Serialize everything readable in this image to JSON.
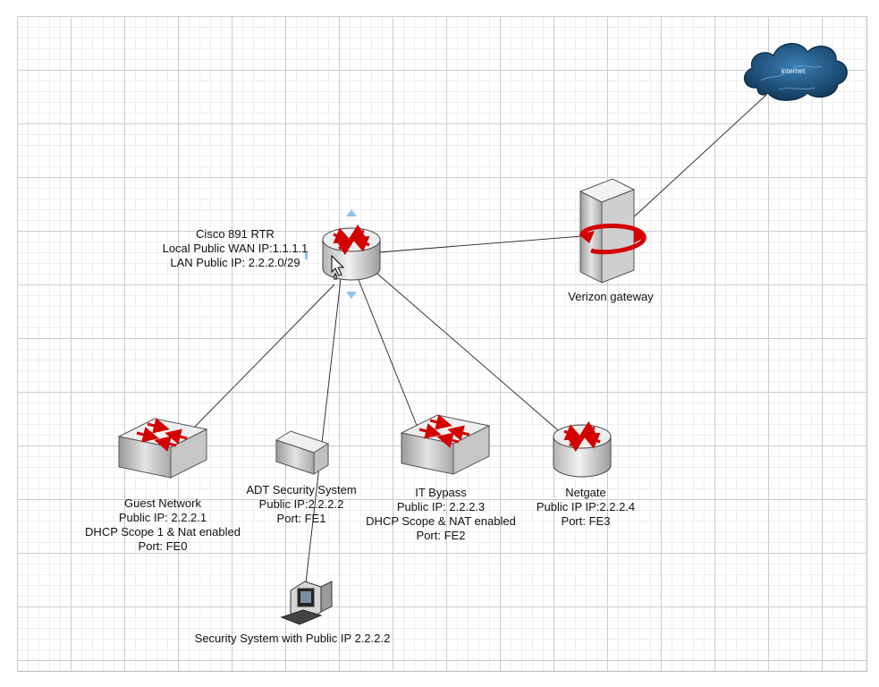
{
  "nodes": {
    "internet": {
      "label": "internet"
    },
    "router": {
      "lines": [
        "Cisco 891 RTR",
        "Local Public WAN IP:1.1.1.1",
        "LAN Public IP: 2.2.2.0/29"
      ]
    },
    "gateway": {
      "lines": [
        "Verizon gateway"
      ]
    },
    "guest": {
      "lines": [
        "Guest Network",
        "Public IP: 2.2.2.1",
        "DHCP Scope 1 & Nat enabled",
        "Port: FE0"
      ]
    },
    "adt": {
      "lines": [
        "ADT Security System",
        "Public IP:2.2.2.2",
        "Port: FE1"
      ]
    },
    "itbypass": {
      "lines": [
        "IT Bypass",
        "Public IP: 2.2.2.3",
        "DHCP Scope & NAT enabled",
        "Port: FE2"
      ]
    },
    "netgate": {
      "lines": [
        "Netgate",
        "Public IP IP:2.2.2.4",
        "Port: FE3"
      ]
    },
    "pc": {
      "lines": [
        "Security System with Public IP 2.2.2.2"
      ]
    }
  },
  "colors": {
    "arrow_red": "#d40000",
    "device_gray": "#d8d8d8",
    "cloud_blue": "#1e4f7a",
    "selection_handle": "#8fc2f0"
  }
}
